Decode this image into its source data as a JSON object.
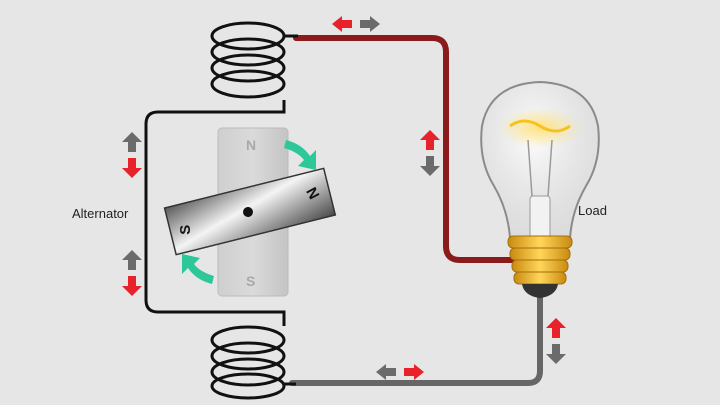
{
  "labels": {
    "alternator": "Alternator",
    "load": "Load"
  },
  "stator_poles": {
    "top": "N",
    "bottom": "S"
  },
  "rotor_poles": {
    "left": "S",
    "right": "N"
  },
  "colors": {
    "background": "#e6e6e6",
    "top_wire": "#8b1a1a",
    "bottom_wire": "#666666",
    "arrow_red": "#e8222a",
    "arrow_gray": "#6b6b6b",
    "rotation_arrow": "#2ec79a",
    "bulb_base": "#f0b429"
  },
  "icons": {
    "rotation": "curved-arrow-icon",
    "current": "current-direction-arrow-icon",
    "bulb": "light-bulb-icon"
  }
}
